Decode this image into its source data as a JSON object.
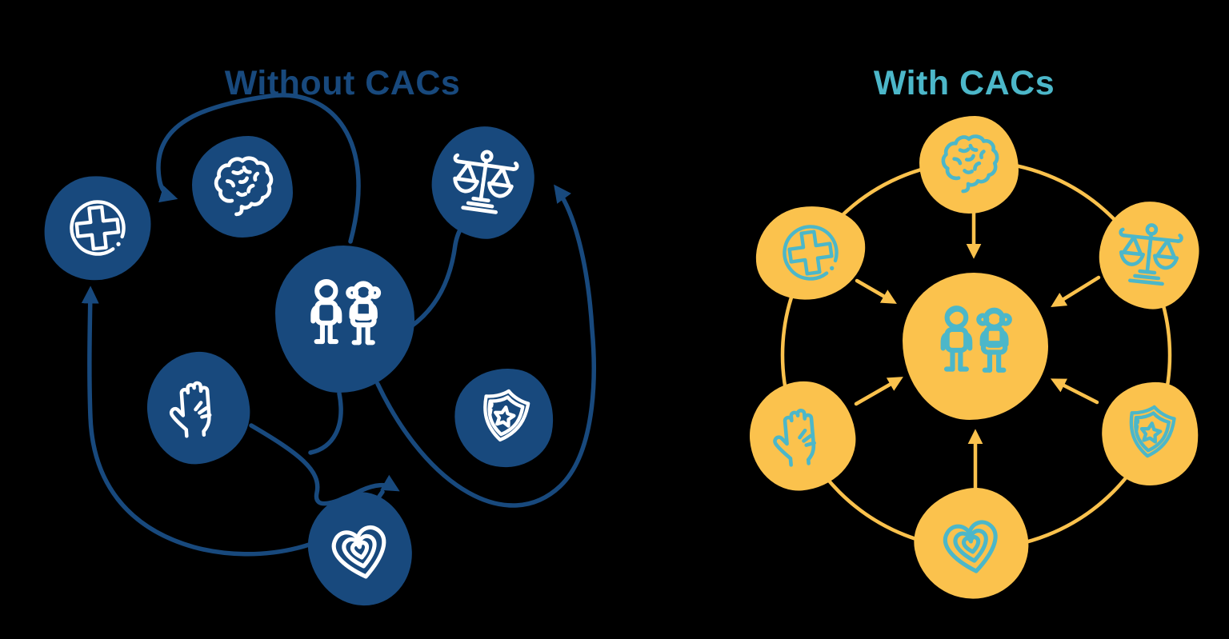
{
  "page": {
    "background": "#000000"
  },
  "colors": {
    "navy": "#18497D",
    "yellow": "#FBC24D",
    "teal": "#4CB7C9",
    "icon_on_navy": "#FFFFFF"
  },
  "left_diagram": {
    "title": "Without CACs",
    "center_node": "children",
    "satellite_nodes": [
      "medical-cross",
      "brain",
      "scales-of-justice",
      "helping-hand",
      "shield-with-star",
      "nested-hearts"
    ],
    "arrow_style": "tangled curved arrows crossing between services"
  },
  "right_diagram": {
    "title": "With CACs",
    "center_node": "children",
    "satellite_nodes": [
      "brain",
      "scales-of-justice",
      "medical-cross",
      "shield-with-star",
      "helping-hand",
      "nested-hearts"
    ],
    "arrow_style": "straight arrows pointing inward from a coordinated circle"
  }
}
